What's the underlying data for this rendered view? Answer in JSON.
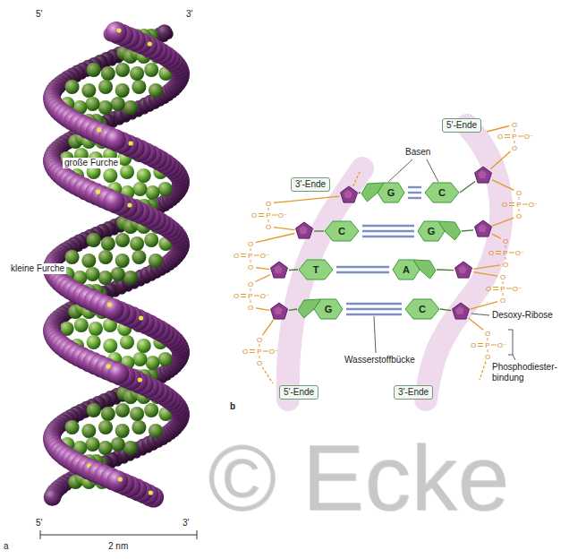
{
  "diagram": {
    "nodes": [
      {
        "text": [
          "5'-Ende"
        ]
      },
      {
        "text": [
          "3'-Ende"
        ]
      },
      {
        "text": [
          "G"
        ]
      },
      {
        "text": [
          "C"
        ]
      },
      {
        "text": [
          "C"
        ]
      },
      {
        "text": [
          "G"
        ]
      },
      {
        "text": [
          "T"
        ]
      },
      {
        "text": [
          "A"
        ]
      },
      {
        "text": [
          "G"
        ]
      },
      {
        "text": [
          "C"
        ]
      },
      {
        "text": [
          "5'-Ende"
        ]
      },
      {
        "text": [
          "3'-Ende"
        ]
      }
    ],
    "edges": [
      {
        "from": 2,
        "to": 3,
        "arrow": "none"
      },
      {
        "from": 2,
        "to": 3,
        "arrow": "none"
      },
      {
        "from": 2,
        "to": 3,
        "arrow": "none"
      },
      {
        "from": 4,
        "to": 5,
        "arrow": "none"
      },
      {
        "from": 4,
        "to": 5,
        "arrow": "none"
      },
      {
        "from": 4,
        "to": 5,
        "arrow": "none"
      },
      {
        "from": 6,
        "to": 7,
        "arrow": "none"
      },
      {
        "from": 6,
        "to": 7,
        "arrow": "none"
      },
      {
        "from": 8,
        "to": 9,
        "arrow": "none"
      },
      {
        "from": 8,
        "to": 9,
        "arrow": "none"
      },
      {
        "from": 8,
        "to": 9,
        "arrow": "none"
      }
    ],
    "labels": [
      "5'",
      "3'",
      "große Furche",
      "kleine Furche",
      "5'",
      "3'",
      "2 nm",
      "a",
      "Basen",
      "O",
      "O",
      "P",
      "O⁻",
      "O",
      "O",
      "O",
      "P",
      "O⁻",
      "O",
      "O",
      "O",
      "P",
      "O⁻",
      "O",
      "O",
      "O",
      "P",
      "O⁻",
      "O",
      "O",
      "O",
      "P",
      "O⁻",
      "O",
      "O",
      "O",
      "P",
      "O⁻",
      "O",
      "O",
      "O",
      "P",
      "O⁻",
      "O",
      "O",
      "O",
      "P",
      "O⁻",
      "O",
      "O",
      "O",
      "P",
      "O⁻",
      "O",
      "Desoxy-Ribose",
      "Wasserstoffbücke",
      "Phosphodiester- bindung",
      "b",
      "© Ecke"
    ]
  }
}
